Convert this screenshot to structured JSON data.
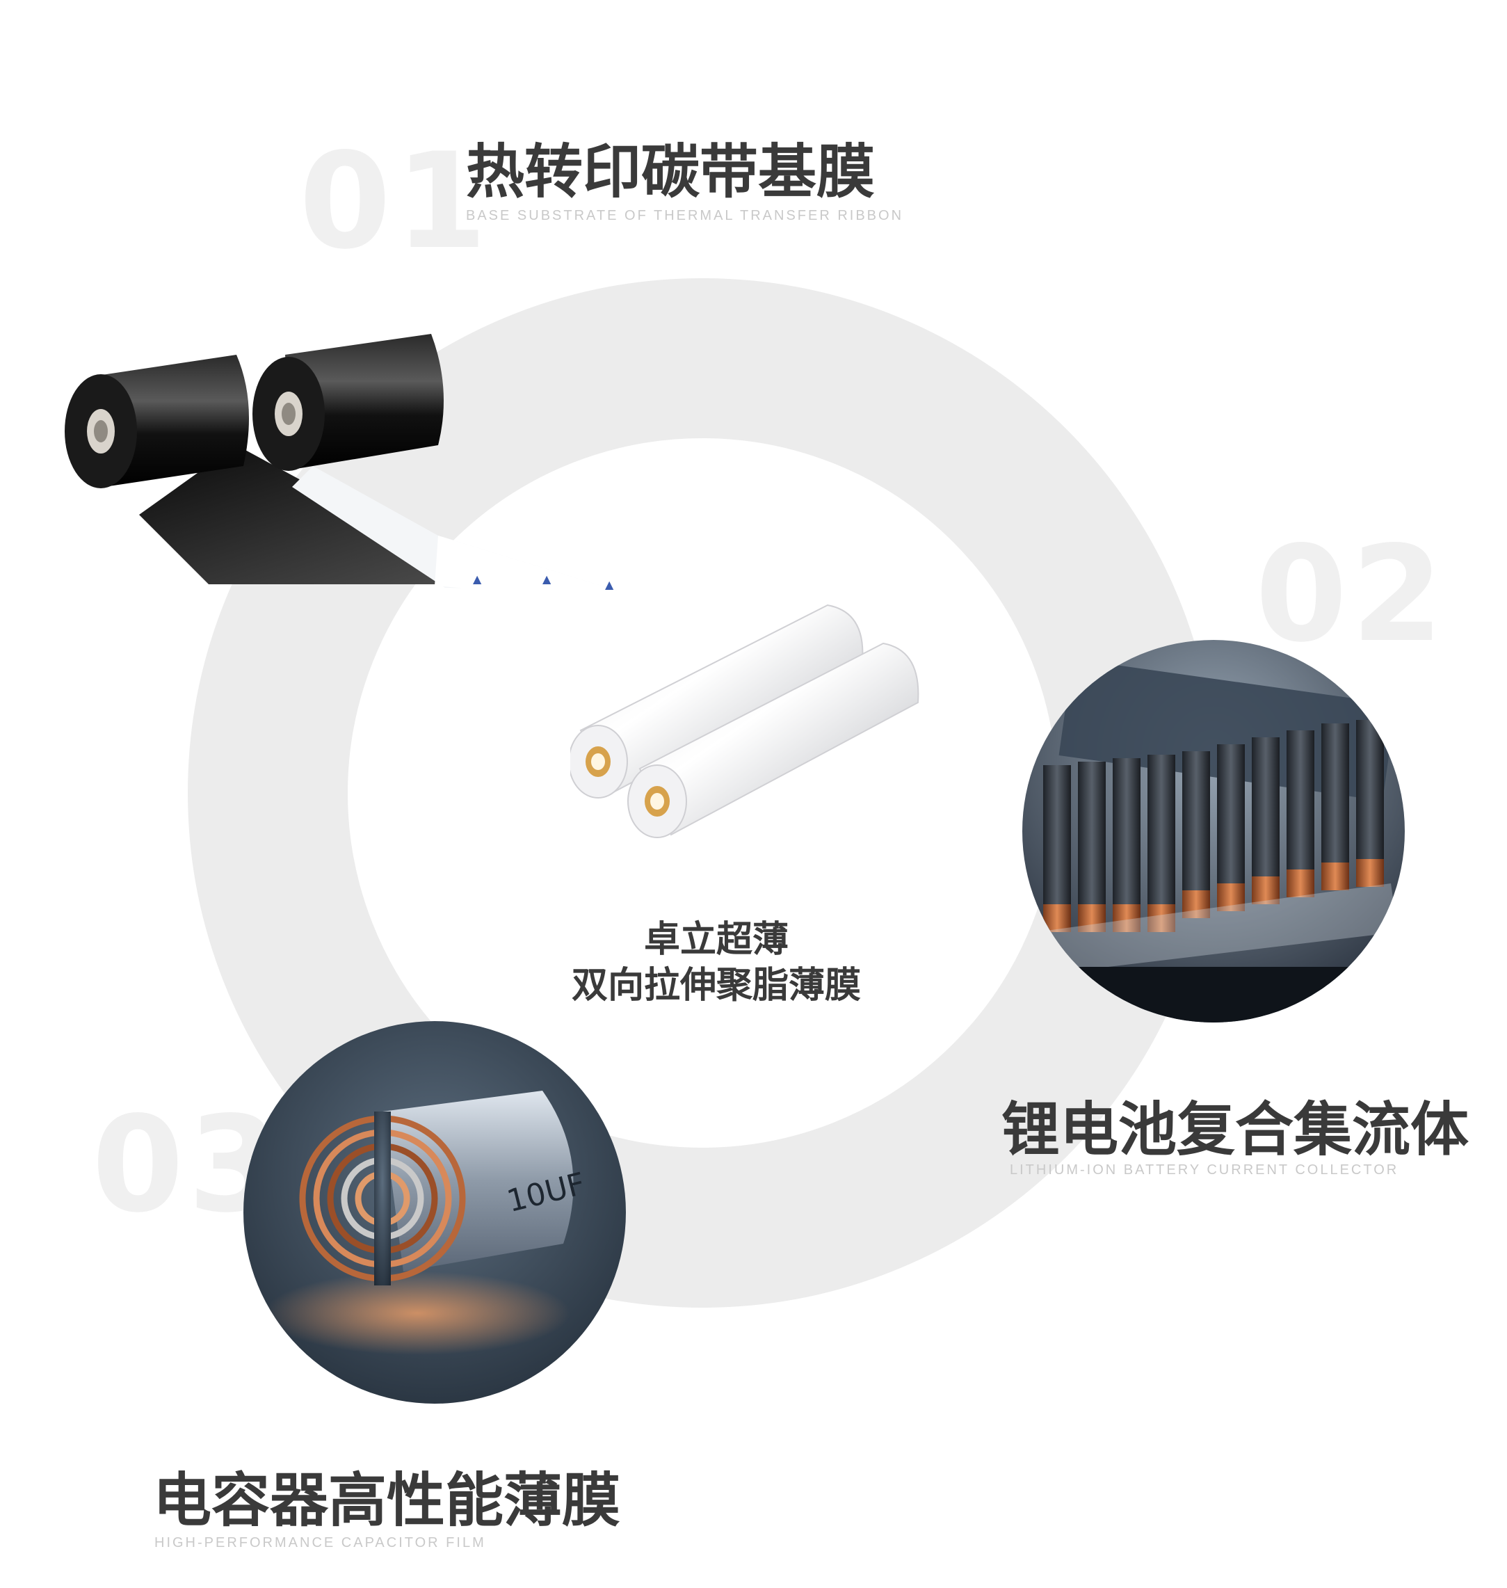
{
  "center": {
    "line1": "卓立超薄",
    "line2": "双向拉伸聚脂薄膜"
  },
  "items": [
    {
      "number": "01",
      "title_cn": "热转印碳带基膜",
      "title_en": "BASE SUBSTRATE OF THERMAL TRANSFER RIBBON"
    },
    {
      "number": "02",
      "title_cn": "锂电池复合集流体",
      "title_en": "LITHIUM-ION BATTERY CURRENT COLLECTOR"
    },
    {
      "number": "03",
      "title_cn": "电容器高性能薄膜",
      "title_en": "HIGH-PERFORMANCE CAPACITOR FILM"
    }
  ],
  "capacitor_label": "10UF",
  "colors": {
    "ring": "#ececec",
    "title": "#3a3a3a",
    "subtitle": "#c9c9c9",
    "number": "#f0f0f0"
  }
}
